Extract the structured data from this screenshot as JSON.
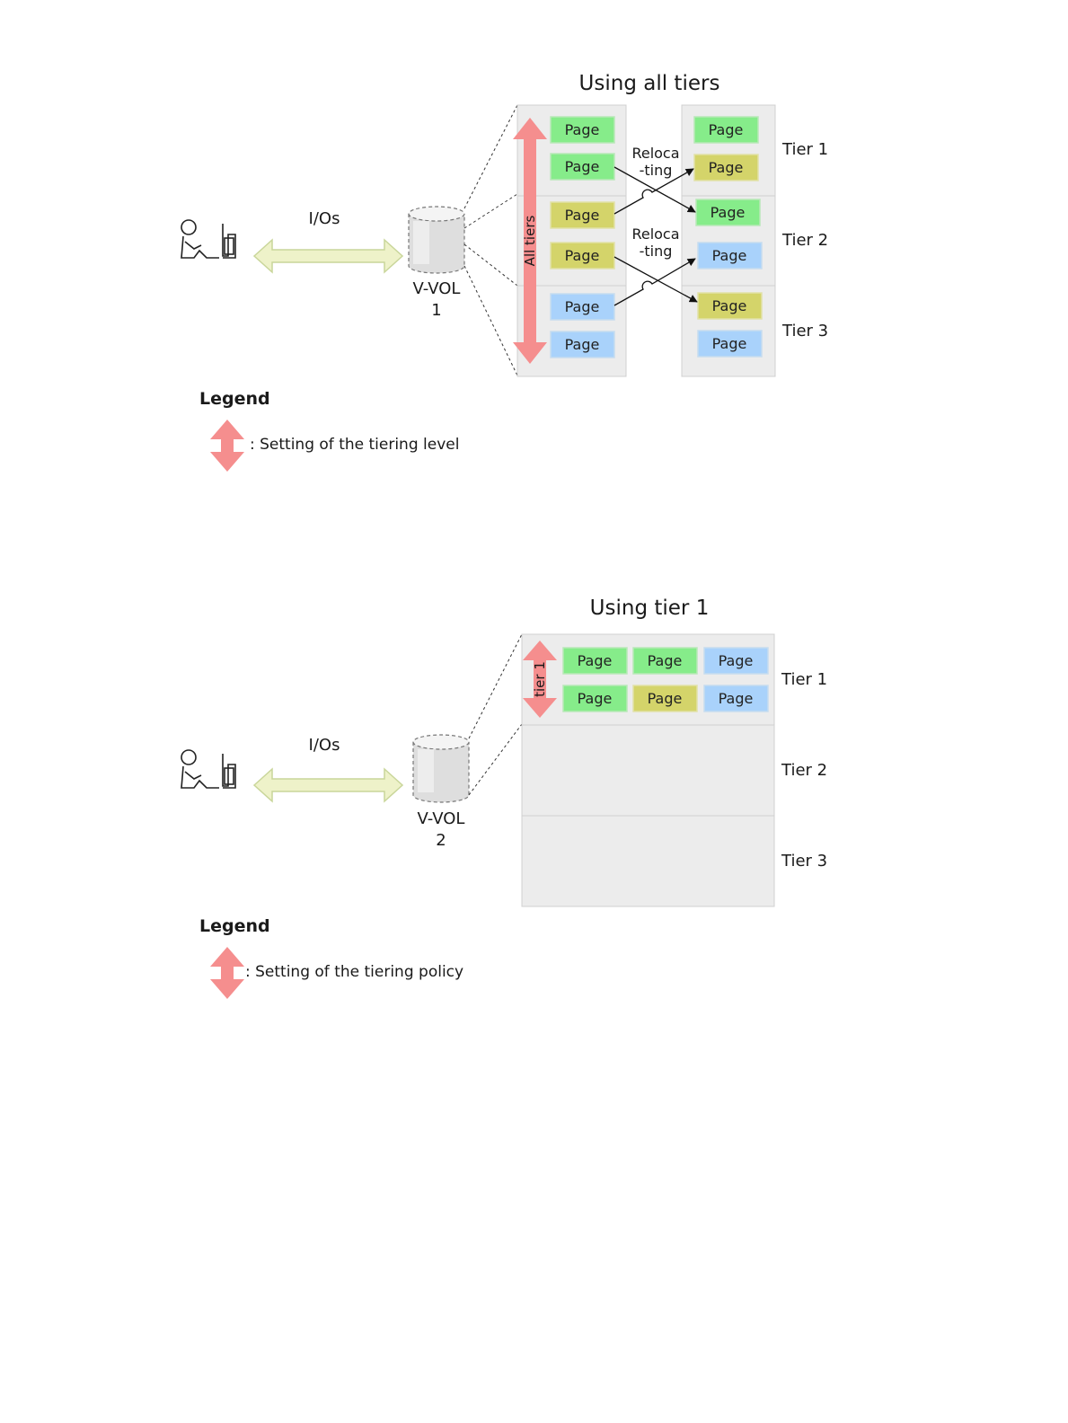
{
  "colors": {
    "green": "#86ec8a",
    "green_stroke": "#b8e8b8",
    "yellow": "#d4d46a",
    "yellow_stroke": "#e2e2a8",
    "blue": "#a9d2fb",
    "blue_stroke": "#c6dcef",
    "arrow_red": "#f58e8e",
    "io_arrow_fill": "#eef2c9",
    "io_arrow_stroke": "#c9d69a",
    "pool_bg": "#ececec",
    "pool_stroke": "#d0d0d0"
  },
  "page_label": "Page",
  "diagram1": {
    "title": "Using all tiers",
    "io_label": "I/Os",
    "vvol_line1": "V-VOL",
    "vvol_line2": "1",
    "range_label": "All tiers",
    "relocating_1_line1": "Reloca",
    "relocating_1_line2": "-ting",
    "relocating_2_line1": "Reloca",
    "relocating_2_line2": "-ting",
    "tiers": [
      "Tier 1",
      "Tier 2",
      "Tier 3"
    ],
    "left_pages": [
      "green",
      "green",
      "yellow",
      "yellow",
      "blue",
      "blue"
    ],
    "right_pages": [
      "green",
      "yellow",
      "green",
      "blue",
      "yellow",
      "blue"
    ],
    "legend_title": "Legend",
    "legend_text": ": Setting of the tiering level"
  },
  "diagram2": {
    "title": "Using tier 1",
    "io_label": "I/Os",
    "vvol_line1": "V-VOL",
    "vvol_line2": "2",
    "range_label": "tier 1",
    "tiers": [
      "Tier 1",
      "Tier 2",
      "Tier 3"
    ],
    "row1_pages": [
      "green",
      "green",
      "blue"
    ],
    "row2_pages": [
      "green",
      "yellow",
      "blue"
    ],
    "legend_title": "Legend",
    "legend_text": ": Setting of the tiering policy"
  }
}
